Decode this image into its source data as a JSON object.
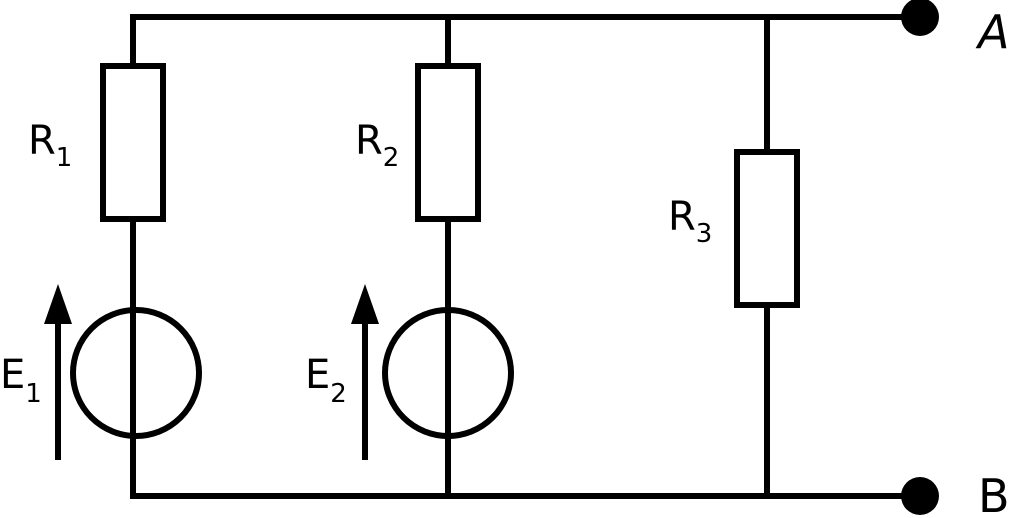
{
  "components": {
    "r1": {
      "letter": "R",
      "index": "1"
    },
    "r2": {
      "letter": "R",
      "index": "2"
    },
    "r3": {
      "letter": "R",
      "index": "3"
    },
    "e1": {
      "letter": "E",
      "index": "1"
    },
    "e2": {
      "letter": "E",
      "index": "2"
    }
  },
  "terminals": {
    "a": "A",
    "b": "B"
  },
  "colors": {
    "ink": "#000000",
    "background": "#ffffff"
  }
}
